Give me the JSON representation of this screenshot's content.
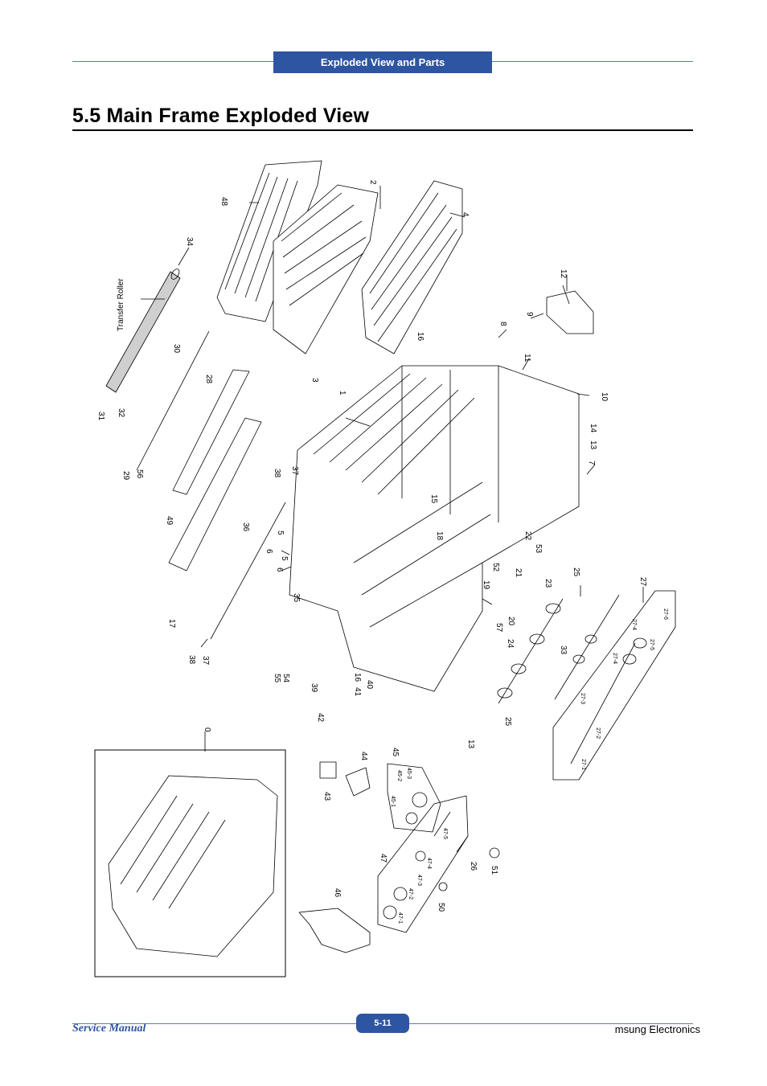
{
  "header": {
    "section_tab": "Exploded View and Parts"
  },
  "page": {
    "title": "5.5  Main Frame Exploded View"
  },
  "diagram": {
    "callouts": [
      "0",
      "1",
      "2",
      "3",
      "4",
      "5",
      "5",
      "6",
      "6",
      "7",
      "8",
      "9",
      "10",
      "11",
      "12",
      "13",
      "13",
      "14",
      "15",
      "16",
      "16",
      "17",
      "18",
      "19",
      "20",
      "21",
      "22",
      "23",
      "24",
      "25",
      "25",
      "26",
      "27",
      "28",
      "29",
      "30",
      "31",
      "32",
      "33",
      "34",
      "35",
      "36",
      "37",
      "37",
      "38",
      "38",
      "39",
      "40",
      "41",
      "42",
      "43",
      "44",
      "45",
      "46",
      "47",
      "48",
      "49",
      "50",
      "51",
      "52",
      "53",
      "54",
      "55",
      "56",
      "57"
    ],
    "sub_callouts": [
      "27-1",
      "27-2",
      "27-3",
      "27-4",
      "27-4",
      "27-5",
      "27-6",
      "45-1",
      "45-2",
      "45-3",
      "47-1",
      "47-2",
      "47-3",
      "47-4",
      "47-5"
    ],
    "transfer_roller_label": "Transfer Roller"
  },
  "footer": {
    "left": "Service Manual",
    "page_number": "5-11",
    "right": "msung Electronics"
  }
}
